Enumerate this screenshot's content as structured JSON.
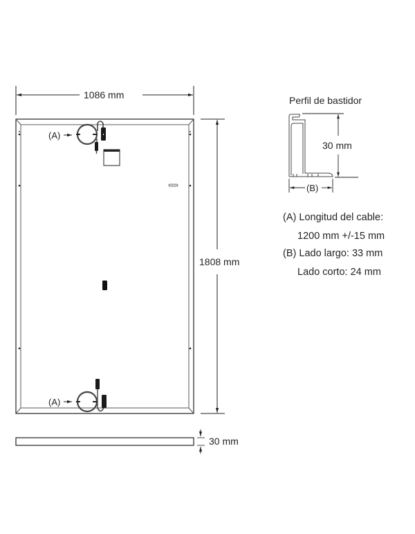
{
  "diagram": {
    "type": "technical-drawing",
    "subject": "solar-panel-rear-view",
    "stroke_color": "#231f20",
    "frame_color": "#5a5a5a"
  },
  "dimensions": {
    "width_label": "1086 mm",
    "height_label": "1808 mm",
    "thickness_label": "30 mm"
  },
  "callouts": {
    "top_cable": "(A)",
    "bottom_cable": "(A)"
  },
  "profile": {
    "title": "Perfil de bastidor",
    "height_label": "30 mm",
    "width_label": "(B)"
  },
  "legend": {
    "a_key": "(A)",
    "a_text": "Longitud del cable:",
    "a_value": "1200 mm +/-15 mm",
    "b_key": "(B)",
    "b_long": "Lado largo: 33 mm",
    "b_short": "Lado corto: 24 mm"
  }
}
